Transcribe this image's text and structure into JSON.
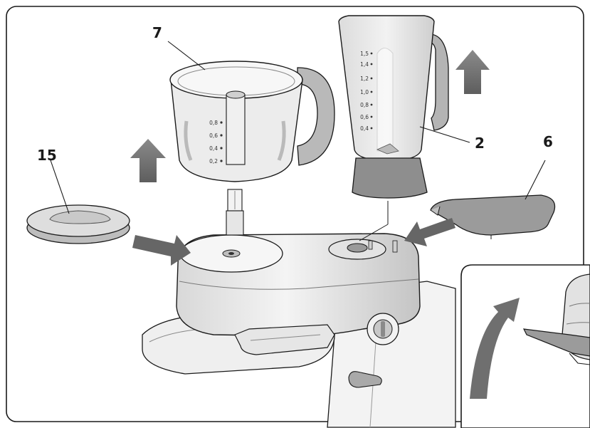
{
  "callouts": {
    "c7": "7",
    "c2": "2",
    "c6": "6",
    "c15": "15"
  },
  "jug_scale": [
    "1,5",
    "1,4",
    "1,2",
    "1,0",
    "0,8",
    "0,6",
    "0,4"
  ],
  "bowl_scale": [
    "0,8",
    "0,6",
    "0,4",
    "0,2"
  ],
  "colors": {
    "arrow": "#6f6f6f",
    "part_light": "#e9e9e9",
    "part_mid": "#cfcfcf",
    "part_dark": "#8a8a8a",
    "outline": "#1a1a1a"
  }
}
